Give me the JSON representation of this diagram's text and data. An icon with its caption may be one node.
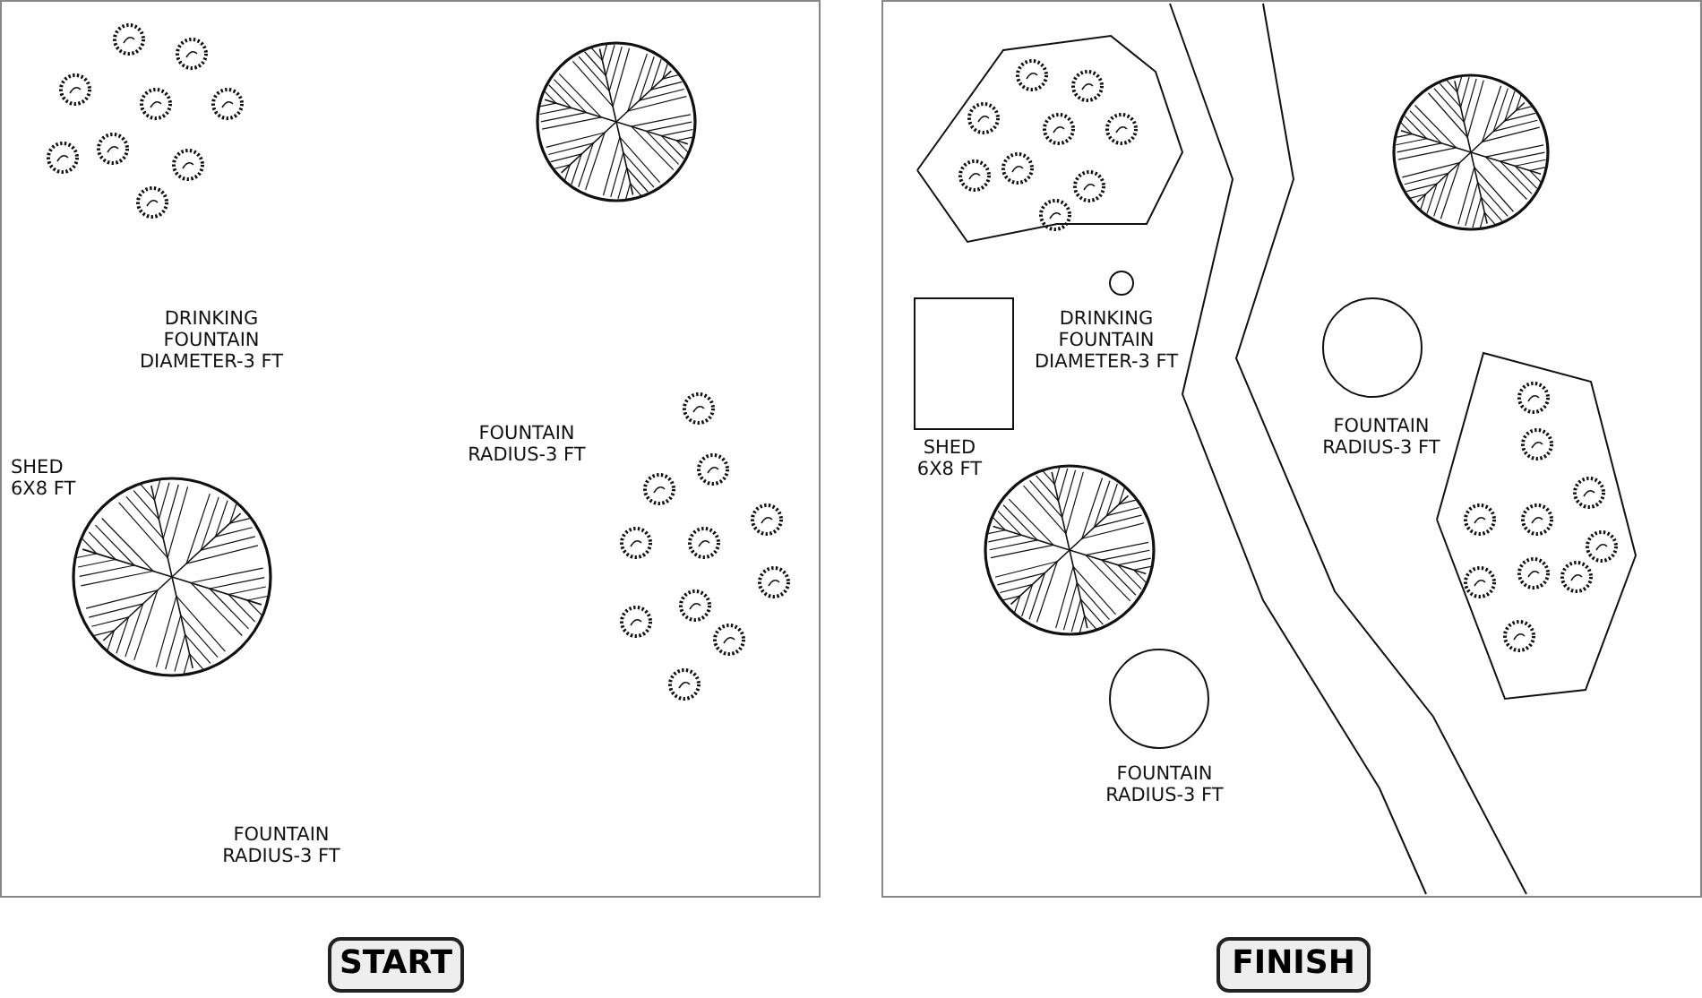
{
  "diagram": {
    "nodes": [
      {
        "text": [
          "START"
        ]
      },
      {
        "text": [
          "FINISH"
        ]
      },
      {
        "text": [
          "SHED 6X8 FT"
        ],
        "in": 1
      },
      {
        "text": [
          "DRINKING FOUNTAIN DIAMETER-3 FT"
        ],
        "in": 1
      },
      {
        "text": [
          "FOUNTAIN RADIUS-3 FT"
        ],
        "in": 1
      },
      {
        "text": [
          "FOUNTAIN RADIUS-3 FT"
        ],
        "in": 1
      }
    ],
    "edges": [],
    "labels": [
      "DRINKING FOUNTAIN DIAMETER-3 FT",
      "FOUNTAIN RADIUS-3 FT",
      "SHED 6X8 FT",
      "FOUNTAIN RADIUS-3 FT"
    ]
  }
}
